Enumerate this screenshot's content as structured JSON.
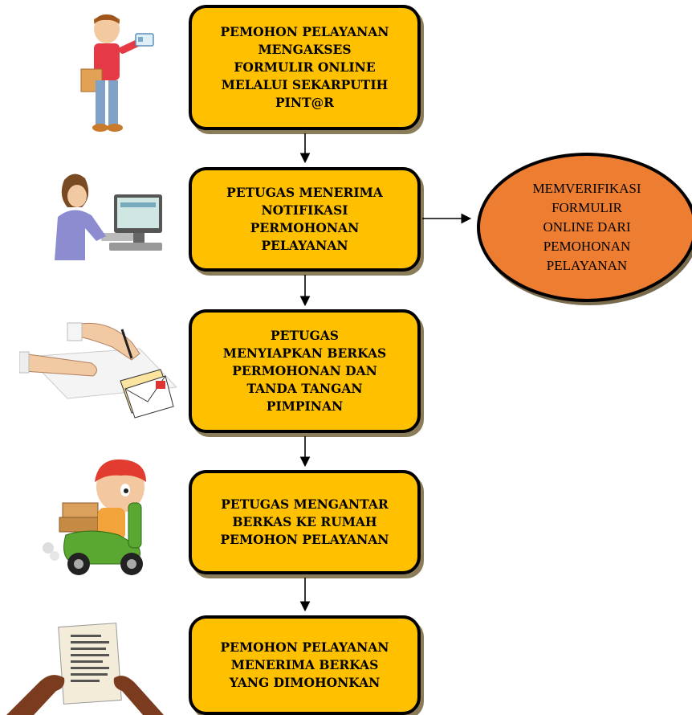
{
  "steps": [
    {
      "text": "PEMOHON PELAYANAN\nMENGAKSES\nFORMULIR ONLINE\nMELALUI SEKARPUTIH\nPINT@R",
      "icon": "applicant-with-id-card-icon"
    },
    {
      "text": "PETUGAS MENERIMA\nNOTIFIKASI\nPERMOHONAN\nPELAYANAN",
      "icon": "officer-at-computer-icon"
    },
    {
      "text": "PETUGAS\nMENYIAPKAN BERKAS\nPERMOHONAN DAN\nTANDA TANGAN\nPIMPINAN",
      "icon": "signing-documents-icon"
    },
    {
      "text": "PETUGAS MENGANTAR\nBERKAS KE RUMAH\nPEMOHON PELAYANAN",
      "icon": "courier-scooter-icon"
    },
    {
      "text": "PEMOHON PELAYANAN\nMENERIMA BERKAS\nYANG DIMOHONKAN",
      "icon": "hands-holding-document-icon"
    }
  ],
  "side_node": {
    "text": "MEMVERIFIKASI\nFORMULIR\nONLINE DARI\nPEMOHONAN\nPELAYANAN"
  },
  "colors": {
    "step_fill": "#ffc000",
    "side_fill": "#ed7d31",
    "border": "#000000"
  }
}
